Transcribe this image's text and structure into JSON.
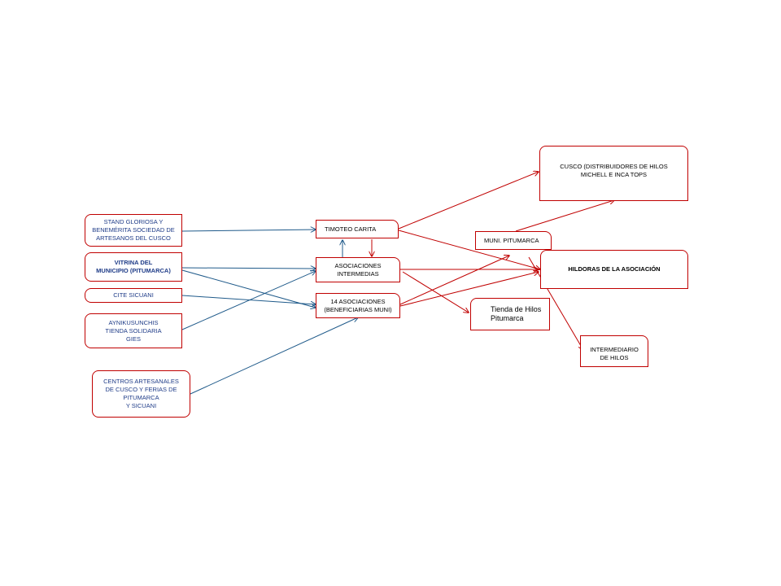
{
  "diagram": {
    "colors": {
      "red": "#c00000",
      "blue": "#1f5a8a",
      "label_blue": "#1f3c88"
    },
    "nodes": {
      "stand": "STAND  GLORIOSA  Y\nBENEMÉRITA  SOCIEDAD  DE\nARTESANOS    DEL  CUSCO",
      "vitrina": "VITRINA   DEL\nMUNICIPIO  (PITUMARCA)",
      "cite": "CITE   SICUANI",
      "aynikusunchis": "AYNIKUSUNCHIS\nTIENDA  SOLIDARIA\nGIES",
      "centros": "CENTROS  ARTESANALES\nDE CUSCO  Y  FERIAS  DE\nPITUMARCA\nY SICUANI",
      "timoteo": "TIMOTEO  CARITA",
      "asociaciones_intermedias": "ASOCIACIONES\nINTERMEDIAS",
      "catorce_asociaciones": "14  ASOCIACIONES\n(BENEFICIARIAS    MUNI)",
      "tienda": "Tienda de Hilos\nPitumarca",
      "cusco": "CUSCO  (DISTRIBUIDORES    DE  HILOS\nMICHELL  E  INCA TOPS",
      "muni": "MUNI.  PITUMARCA",
      "hildoras": "HILDORAS  DE LA ASOCIACIÓN",
      "intermediario": "INTERMEDIARIO\nDE HILOS"
    }
  }
}
